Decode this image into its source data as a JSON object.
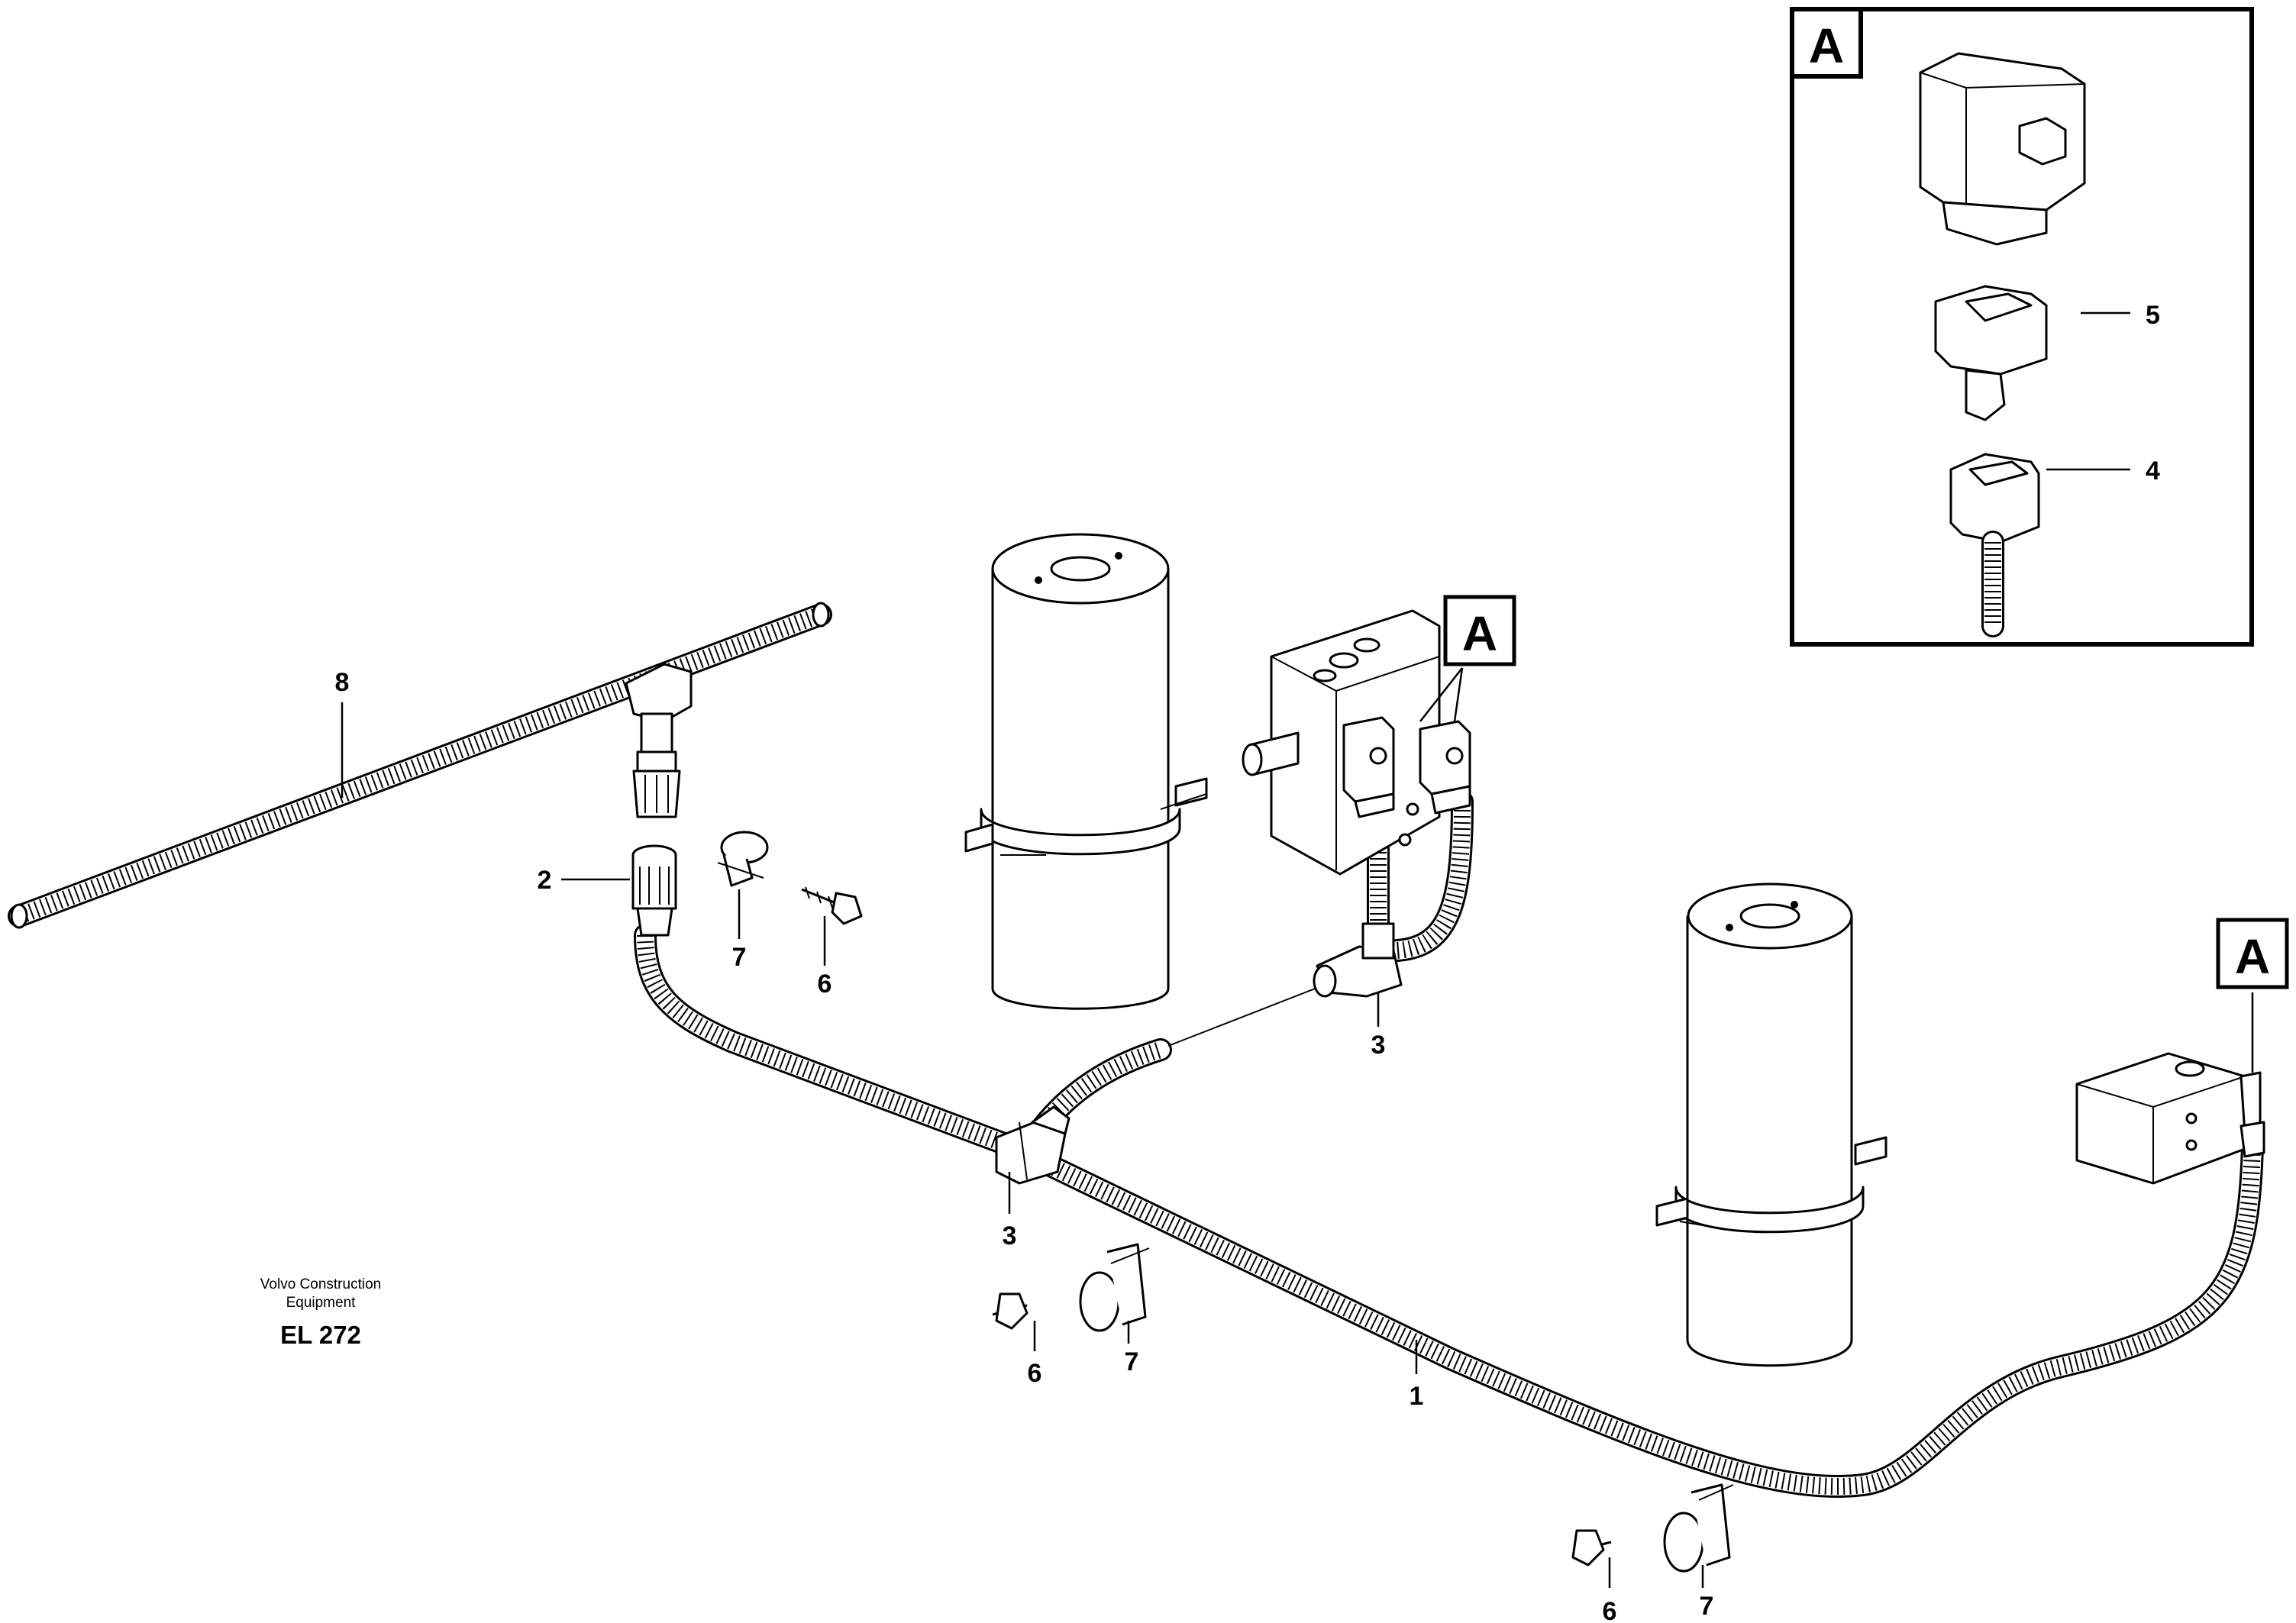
{
  "drawing": {
    "credit_line1": "Volvo Construction",
    "credit_line2": "Equipment",
    "code": "EL 272"
  },
  "detail_view": {
    "letter": "A",
    "callouts": [
      "5",
      "4"
    ]
  },
  "view_markers": [
    "A",
    "A"
  ],
  "callouts": [
    "1",
    "2",
    "3",
    "3",
    "6",
    "7",
    "6",
    "7",
    "6",
    "7",
    "8"
  ]
}
